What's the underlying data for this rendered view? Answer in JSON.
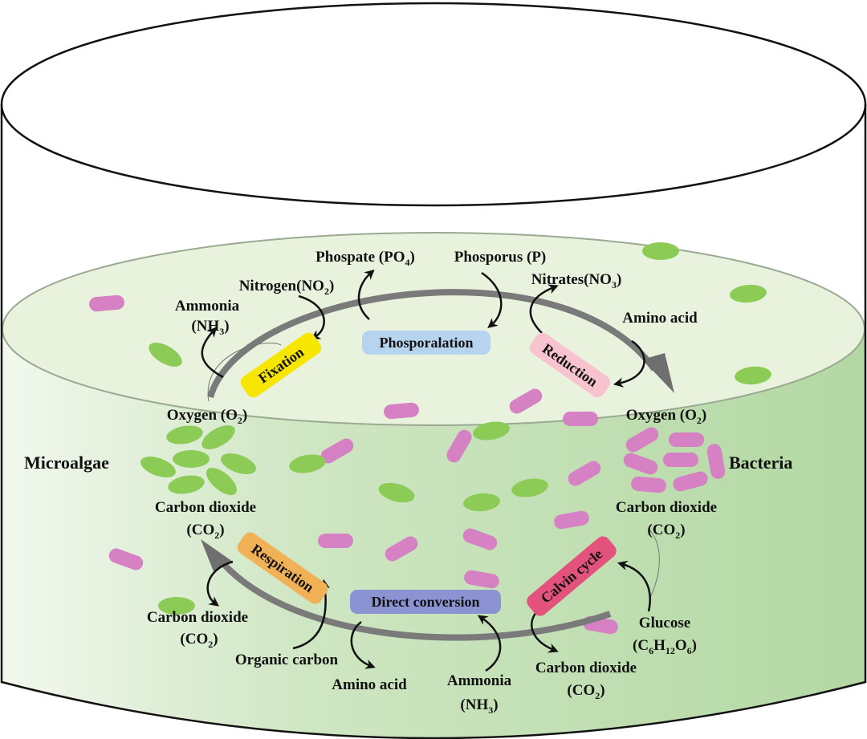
{
  "colors": {
    "water": "#bcdcae",
    "surface": "#e9f2dd",
    "bacteria": "#d581c4",
    "algae": "#8ccb55",
    "flow_arrow": "#7a7a7a",
    "fixation": "#f6e600",
    "phosporalation": "#b7d4ef",
    "reduction": "#f6c3cf",
    "respiration": "#f1b257",
    "direct_conversion": "#8c93d3",
    "calvin_cycle": "#e2527d"
  },
  "organisms": {
    "microalgae": "Microalgae",
    "bacteria": "Bacteria"
  },
  "processes": {
    "fixation": "Fixation",
    "phosporalation": "Phosporalation",
    "reduction": "Reduction",
    "respiration": "Respiration",
    "direct_conversion": "Direct conversion",
    "calvin_cycle": "Calvin cycle"
  },
  "compounds": {
    "phospate": {
      "pre": "Phospate (PO",
      "sub": "4",
      "post": ")"
    },
    "phosporus": {
      "pre": "Phosporus (P)"
    },
    "nitrogen": {
      "pre": "Nitrogen(NO",
      "sub": "2",
      "post": ")"
    },
    "nitrates": {
      "pre": "Nitrates(NO",
      "sub": "3",
      "post": ")"
    },
    "ammonia_top_name": {
      "pre": "Ammonia"
    },
    "ammonia_top_formula": {
      "pre": "(NH",
      "sub": "3",
      "post": ")"
    },
    "amino_acid_top": {
      "pre": "Amino acid"
    },
    "oxygen_left": {
      "pre": "Oxygen (O",
      "sub": "2",
      "post": ")"
    },
    "oxygen_right": {
      "pre": "Oxygen (O",
      "sub": "2",
      "post": ")"
    },
    "co2_left_name": {
      "pre": "Carbon dioxide"
    },
    "co2_left_formula": {
      "pre": "(CO",
      "sub": "2",
      "post": ")"
    },
    "co2_right_name": {
      "pre": "Carbon dioxide"
    },
    "co2_right_formula": {
      "pre": "(CO",
      "sub": "2",
      "post": ")"
    },
    "co2_resp_name": {
      "pre": "Carbon dioxide"
    },
    "co2_resp_formula": {
      "pre": "(CO",
      "sub": "2",
      "post": ")"
    },
    "organic_carbon": {
      "pre": "Organic carbon"
    },
    "amino_acid_bottom": {
      "pre": "Amino acid"
    },
    "ammonia_bottom_name": {
      "pre": "Ammonia"
    },
    "ammonia_bottom_formula": {
      "pre": "(NH",
      "sub": "3",
      "post": ")"
    },
    "co2_calvin_name": {
      "pre": "Carbon dioxide"
    },
    "co2_calvin_formula": {
      "pre": "(CO",
      "sub": "2",
      "post": ")"
    },
    "glucose_name": {
      "pre": "Glucose"
    },
    "glucose_formula": {
      "parts": [
        "(C",
        "6",
        "H",
        "12",
        "O",
        "6",
        ")"
      ]
    }
  }
}
